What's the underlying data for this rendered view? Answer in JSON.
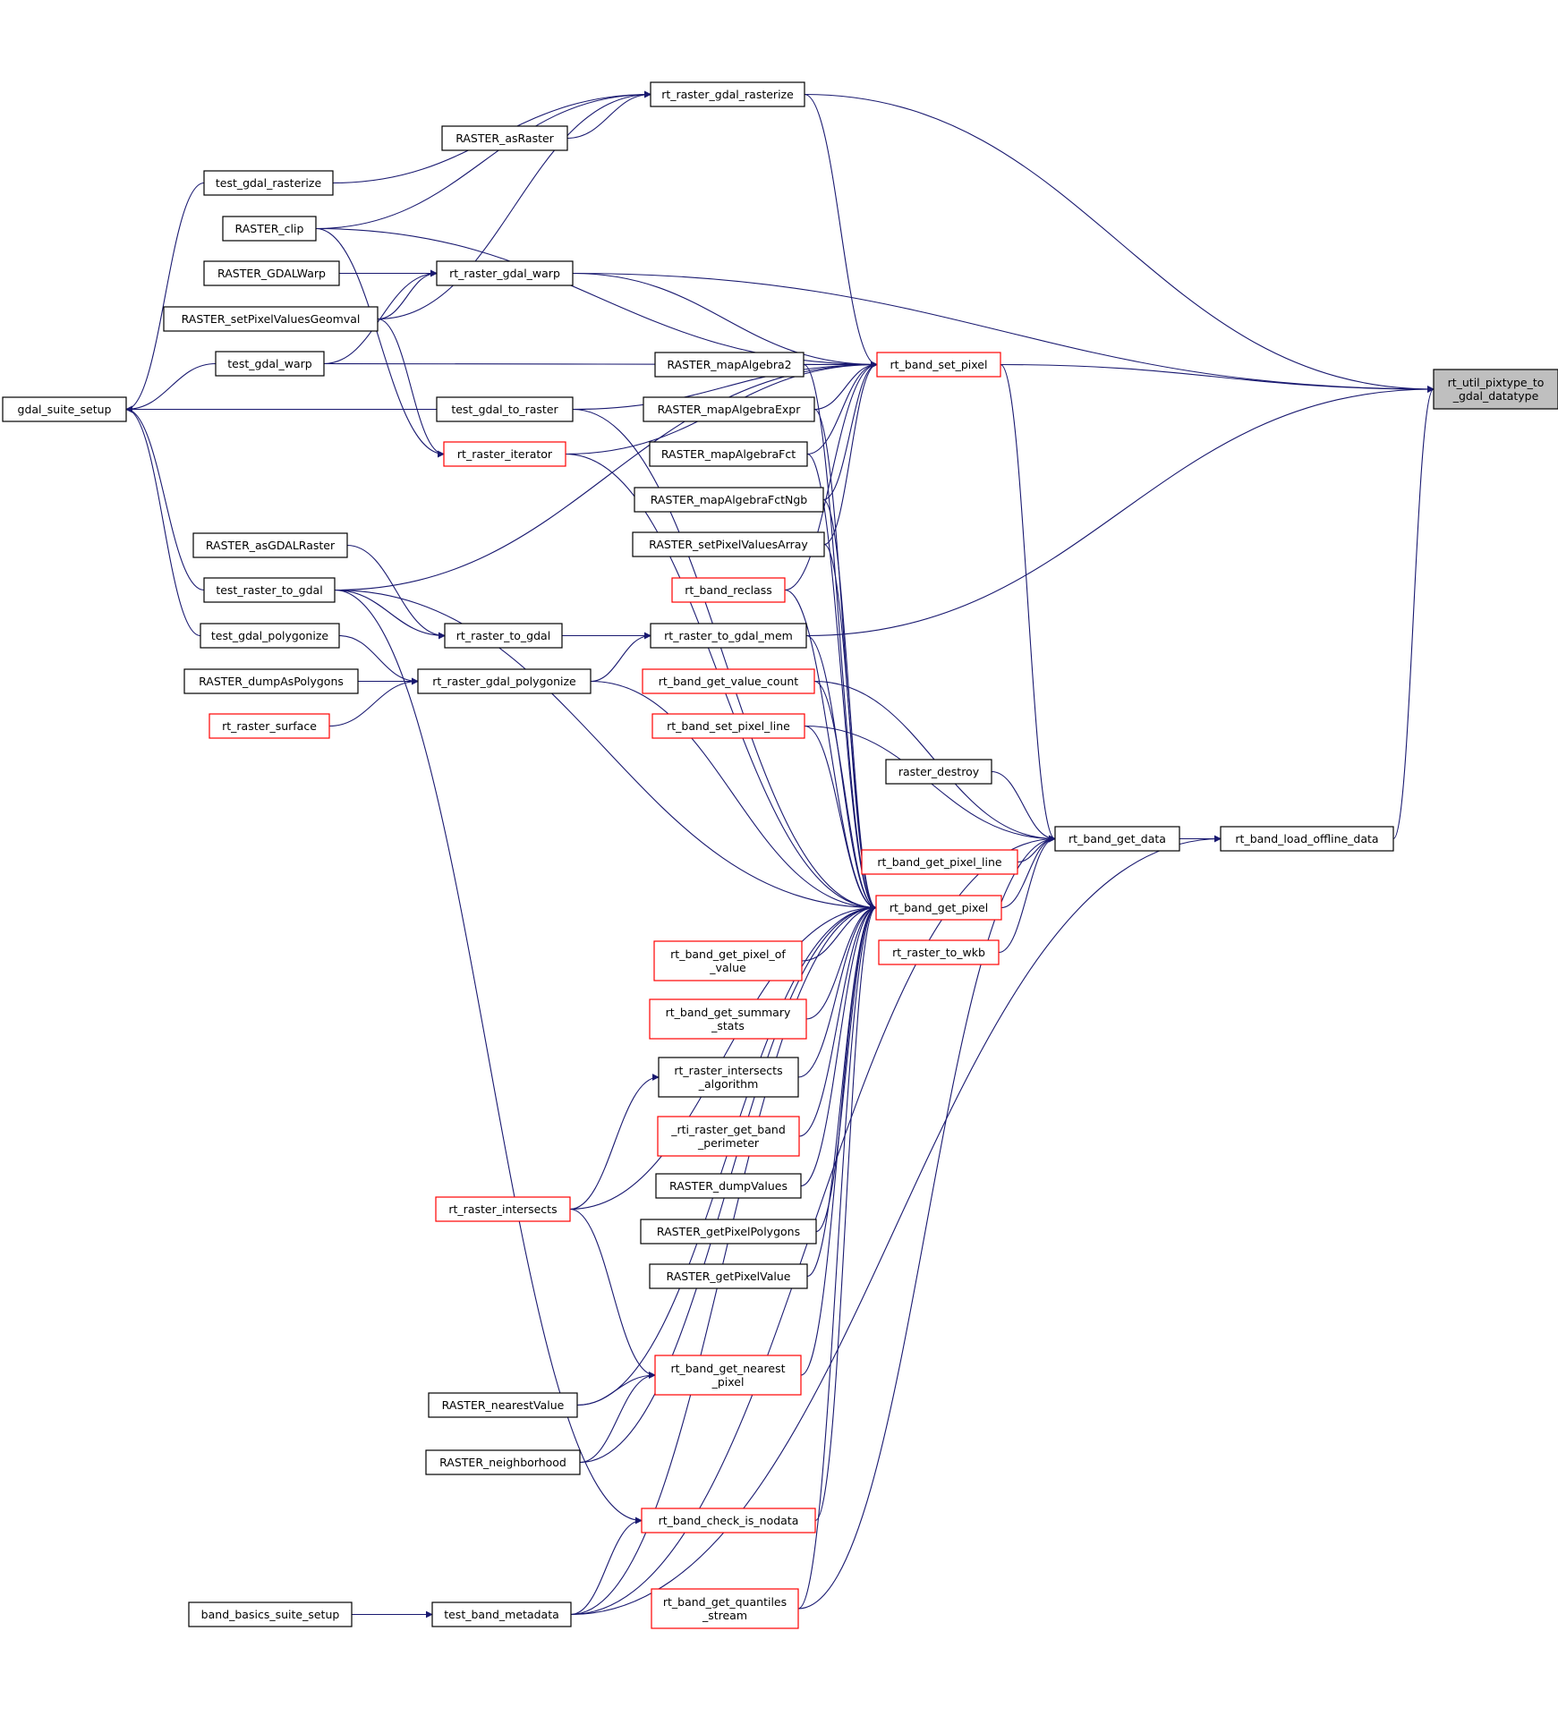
{
  "colors": {
    "edge": "#191970",
    "node_border_normal": "#000000",
    "node_border_truncated": "#ff0000",
    "focus_fill": "#bfbfbf",
    "node_fill": "#ffffff"
  },
  "nodes": [
    {
      "id": "n0",
      "lines": [
        "rt_util_pixtype_to",
        "_gdal_datatype"
      ],
      "style": "focus"
    },
    {
      "id": "n1",
      "lines": [
        "rt_raster_gdal_rasterize"
      ],
      "style": "normal"
    },
    {
      "id": "n2",
      "lines": [
        "RASTER_asRaster"
      ],
      "style": "normal"
    },
    {
      "id": "n3",
      "lines": [
        "test_gdal_rasterize"
      ],
      "style": "normal"
    },
    {
      "id": "n4",
      "lines": [
        "RASTER_clip"
      ],
      "style": "normal"
    },
    {
      "id": "n5",
      "lines": [
        "RASTER_GDALWarp"
      ],
      "style": "normal"
    },
    {
      "id": "n6",
      "lines": [
        "rt_raster_gdal_warp"
      ],
      "style": "normal"
    },
    {
      "id": "n7",
      "lines": [
        "RASTER_setPixelValuesGeomval"
      ],
      "style": "normal"
    },
    {
      "id": "n8",
      "lines": [
        "test_gdal_warp"
      ],
      "style": "normal"
    },
    {
      "id": "n9",
      "lines": [
        "gdal_suite_setup"
      ],
      "style": "normal"
    },
    {
      "id": "n10",
      "lines": [
        "test_gdal_to_raster"
      ],
      "style": "normal"
    },
    {
      "id": "n11",
      "lines": [
        "rt_raster_iterator"
      ],
      "style": "truncated"
    },
    {
      "id": "n12",
      "lines": [
        "RASTER_mapAlgebra2"
      ],
      "style": "normal"
    },
    {
      "id": "n13",
      "lines": [
        "rt_band_set_pixel"
      ],
      "style": "truncated"
    },
    {
      "id": "n14",
      "lines": [
        "RASTER_mapAlgebraExpr"
      ],
      "style": "normal"
    },
    {
      "id": "n15",
      "lines": [
        "RASTER_mapAlgebraFct"
      ],
      "style": "normal"
    },
    {
      "id": "n16",
      "lines": [
        "RASTER_mapAlgebraFctNgb"
      ],
      "style": "normal"
    },
    {
      "id": "n17",
      "lines": [
        "RASTER_setPixelValuesArray"
      ],
      "style": "normal"
    },
    {
      "id": "n18",
      "lines": [
        "RASTER_asGDALRaster"
      ],
      "style": "normal"
    },
    {
      "id": "n19",
      "lines": [
        "rt_band_reclass"
      ],
      "style": "truncated"
    },
    {
      "id": "n20",
      "lines": [
        "test_raster_to_gdal"
      ],
      "style": "normal"
    },
    {
      "id": "n21",
      "lines": [
        "rt_raster_to_gdal"
      ],
      "style": "normal"
    },
    {
      "id": "n22",
      "lines": [
        "rt_raster_to_gdal_mem"
      ],
      "style": "normal"
    },
    {
      "id": "n23",
      "lines": [
        "test_gdal_polygonize"
      ],
      "style": "normal"
    },
    {
      "id": "n24",
      "lines": [
        "RASTER_dumpAsPolygons"
      ],
      "style": "normal"
    },
    {
      "id": "n25",
      "lines": [
        "rt_raster_gdal_polygonize"
      ],
      "style": "normal"
    },
    {
      "id": "n26",
      "lines": [
        "rt_band_get_value_count"
      ],
      "style": "truncated"
    },
    {
      "id": "n27",
      "lines": [
        "rt_raster_surface"
      ],
      "style": "truncated"
    },
    {
      "id": "n28",
      "lines": [
        "rt_band_set_pixel_line"
      ],
      "style": "truncated"
    },
    {
      "id": "n29",
      "lines": [
        "raster_destroy"
      ],
      "style": "normal"
    },
    {
      "id": "n30",
      "lines": [
        "rt_band_get_data"
      ],
      "style": "normal"
    },
    {
      "id": "n31",
      "lines": [
        "rt_band_load_offline_data"
      ],
      "style": "normal"
    },
    {
      "id": "n32",
      "lines": [
        "rt_band_get_pixel_line"
      ],
      "style": "truncated"
    },
    {
      "id": "n33",
      "lines": [
        "rt_band_get_pixel"
      ],
      "style": "truncated"
    },
    {
      "id": "n34",
      "lines": [
        "rt_raster_to_wkb"
      ],
      "style": "truncated"
    },
    {
      "id": "n35",
      "lines": [
        "rt_band_get_pixel_of",
        "_value"
      ],
      "style": "truncated"
    },
    {
      "id": "n36",
      "lines": [
        "rt_band_get_summary",
        "_stats"
      ],
      "style": "truncated"
    },
    {
      "id": "n37",
      "lines": [
        "rt_raster_intersects",
        "_algorithm"
      ],
      "style": "normal"
    },
    {
      "id": "n38",
      "lines": [
        "_rti_raster_get_band",
        "_perimeter"
      ],
      "style": "truncated"
    },
    {
      "id": "n39",
      "lines": [
        "RASTER_dumpValues"
      ],
      "style": "normal"
    },
    {
      "id": "n40",
      "lines": [
        "rt_raster_intersects"
      ],
      "style": "truncated"
    },
    {
      "id": "n41",
      "lines": [
        "RASTER_getPixelPolygons"
      ],
      "style": "normal"
    },
    {
      "id": "n42",
      "lines": [
        "RASTER_getPixelValue"
      ],
      "style": "normal"
    },
    {
      "id": "n43",
      "lines": [
        "rt_band_get_nearest",
        "_pixel"
      ],
      "style": "truncated"
    },
    {
      "id": "n44",
      "lines": [
        "RASTER_nearestValue"
      ],
      "style": "normal"
    },
    {
      "id": "n45",
      "lines": [
        "RASTER_neighborhood"
      ],
      "style": "normal"
    },
    {
      "id": "n46",
      "lines": [
        "rt_band_check_is_nodata"
      ],
      "style": "truncated"
    },
    {
      "id": "n47",
      "lines": [
        "band_basics_suite_setup"
      ],
      "style": "normal"
    },
    {
      "id": "n48",
      "lines": [
        "test_band_metadata"
      ],
      "style": "normal"
    },
    {
      "id": "n49",
      "lines": [
        "rt_band_get_quantiles",
        "_stream"
      ],
      "style": "truncated"
    }
  ]
}
